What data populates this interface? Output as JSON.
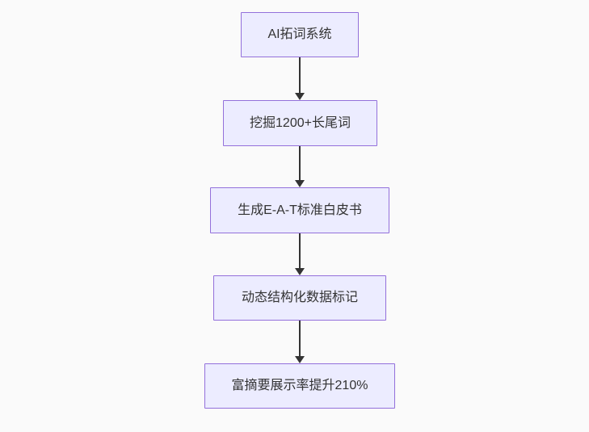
{
  "background_color": "#fafafa",
  "diagram": {
    "type": "flowchart",
    "direction": "top-down",
    "node_fill_color": "#ececff",
    "node_border_color": "#9370db",
    "node_text_color": "#333333",
    "arrow_color": "#333333",
    "nodes": [
      {
        "id": "n1",
        "label": "AI拓词系统"
      },
      {
        "id": "n2",
        "label": "挖掘1200+长尾词"
      },
      {
        "id": "n3",
        "label": "生成E-A-T标准白皮书"
      },
      {
        "id": "n4",
        "label": "动态结构化数据标记"
      },
      {
        "id": "n5",
        "label": "富摘要展示率提升210%"
      }
    ],
    "edges": [
      {
        "from": "n1",
        "to": "n2"
      },
      {
        "from": "n2",
        "to": "n3"
      },
      {
        "from": "n3",
        "to": "n4"
      },
      {
        "from": "n4",
        "to": "n5"
      }
    ]
  }
}
